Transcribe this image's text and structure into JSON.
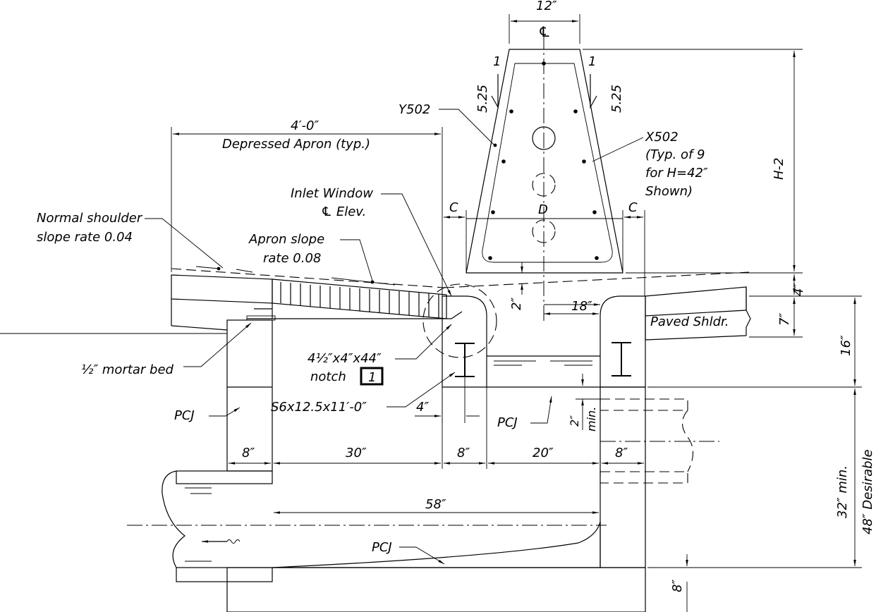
{
  "labels": {
    "width_12": "12″",
    "centerline": "℄",
    "slope_run_left": "1",
    "slope_rise_left": "5.25",
    "slope_run_right": "1",
    "slope_rise_right": "5.25",
    "bar_y502": "Y502",
    "bar_x502": "X502",
    "x502_note_1": "(Typ. of 9",
    "x502_note_2": "for H=42″",
    "x502_note_3": "Shown)",
    "height_h2": "H-2",
    "apron_dim": "4′-0″",
    "apron_label": "Depressed Apron (typ.)",
    "inlet_window_1": "Inlet Window",
    "inlet_window_2": "℄ Elev.",
    "normal_shoulder_1": "Normal shoulder",
    "normal_shoulder_2": "slope rate 0.04",
    "apron_slope_1": "Apron slope",
    "apron_slope_2": "rate 0.08",
    "c_left": "C",
    "c_right": "C",
    "d_label": "D",
    "dim_4_top": "4″",
    "dim_2_window": "2″",
    "dim_18": "18″",
    "dim_7": "7″",
    "paved_shoulder": "Paved Shldr.",
    "dim_16": "16″",
    "mortar_bed": "½″ mortar bed",
    "notch_1": "4½″x4″x44″",
    "notch_2": "notch",
    "notch_ref": "1",
    "beam": "S6x12.5x11′-0″",
    "pcj_left": "PCJ",
    "pcj_middle": "PCJ",
    "pcj_bottom": "PCJ",
    "dim_4_beam": "4″",
    "dim_2_min_a": "2″",
    "dim_2_min_b": "min.",
    "dim_8_left": "8″",
    "dim_30": "30″",
    "dim_8_mid": "8″",
    "dim_20": "20″",
    "dim_8_right": "8″",
    "dim_58": "58″",
    "dim_32_min": "32″ min.",
    "dim_48_desirable": "48″ Desirable",
    "dim_8_base": "8″"
  }
}
